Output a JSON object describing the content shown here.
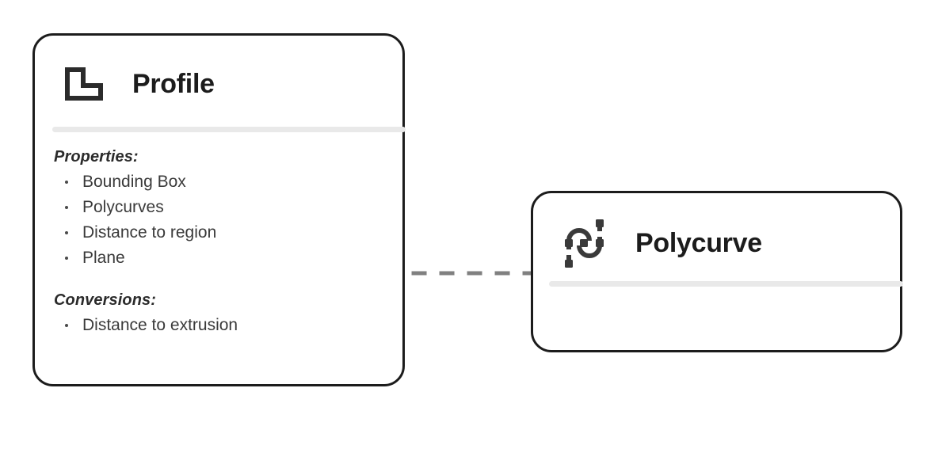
{
  "diagram": {
    "type": "class-relationship-diagram",
    "connector": {
      "name": "polycurves-to-polycurve-link",
      "style": "dashed",
      "color": "#808080",
      "from": "Profile.Polycurves",
      "to": "Polycurve"
    },
    "cards": [
      {
        "id": "profile",
        "title": "Profile",
        "icon": "profile-l-shape-icon",
        "sections": [
          {
            "heading": "Properties:",
            "items": [
              "Bounding Box",
              "Polycurves",
              "Distance to region",
              "Plane"
            ]
          },
          {
            "heading": "Conversions:",
            "items": [
              "Distance to extrusion"
            ]
          }
        ]
      },
      {
        "id": "polycurve",
        "title": "Polycurve",
        "icon": "polycurve-wave-icon",
        "sections": []
      }
    ]
  },
  "colors": {
    "card_border": "#1c1c1c",
    "card_background": "#ffffff",
    "divider": "#e9e9e9",
    "text_primary": "#232323",
    "text_body": "#3a3a3a",
    "connector": "#808080",
    "page_background": "#ffffff"
  }
}
